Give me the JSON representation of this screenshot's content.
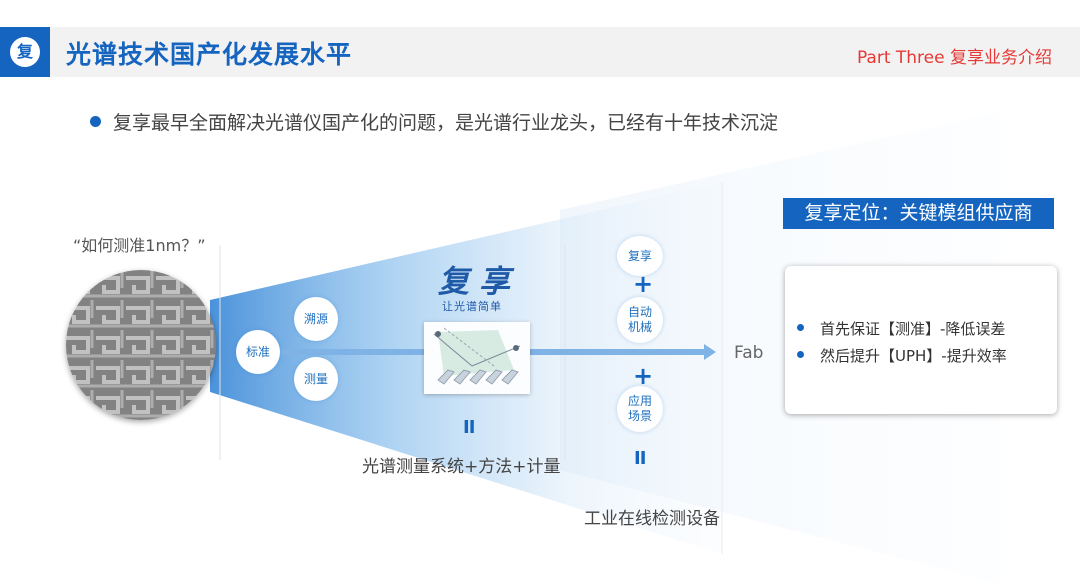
{
  "header": {
    "logo_char": "复",
    "title": "光谱技术国产化发展水平",
    "part_label": "Part Three 复享业务介绍"
  },
  "bullet": {
    "text": "复享最早全面解决光谱仪国产化的问题，是光谱行业龙头，已经有十年技术沉淀"
  },
  "diagram": {
    "question": "“如何测准1nm？”",
    "bubbles": {
      "calibrate": "标准",
      "trace": "溯源",
      "measure": "测量"
    },
    "brand_logo": "复享",
    "brand_slogan": "让光谱简单",
    "equal_mark": "II",
    "system_label": "光谱测量系统+方法+计量",
    "stack": {
      "fuxiang": "复享",
      "automation": "自动机械",
      "application": "应用场景",
      "plus": "+"
    },
    "fab_label": "Fab",
    "inline_label": "工业在线检测设备"
  },
  "positioning": {
    "title": "复享定位：关键模组供应商",
    "items": [
      "首先保证【测准】-降低误差",
      "然后提升【UPH】-提升效率"
    ]
  },
  "colors": {
    "brand_blue": "#1565c0",
    "accent_red": "#e53935"
  }
}
